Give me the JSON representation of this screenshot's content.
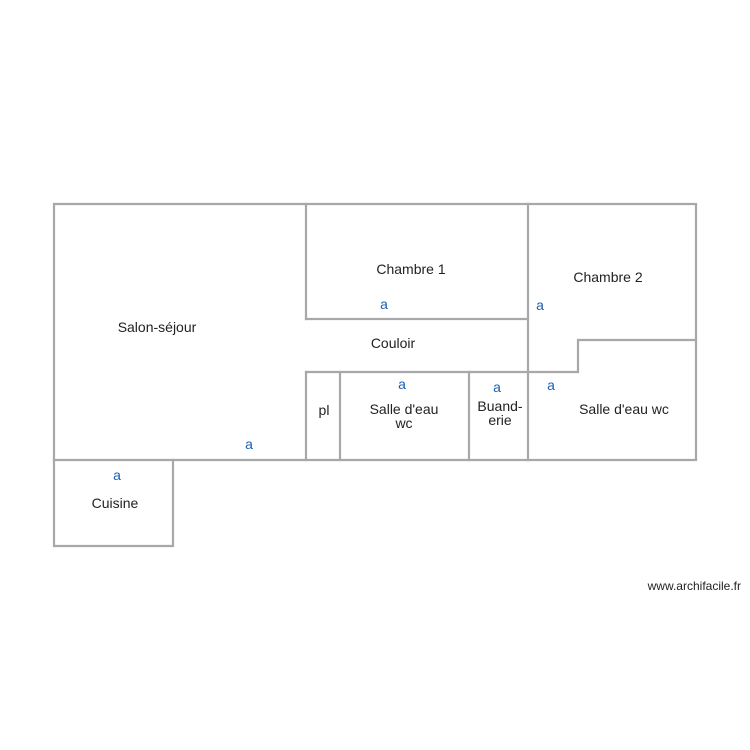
{
  "plan": {
    "rooms": {
      "salon": "Salon-séjour",
      "chambre1": "Chambre 1",
      "chambre2": "Chambre 2",
      "couloir": "Couloir",
      "pl": "pl",
      "salle_eau_wc_1_line1": "Salle d'eau",
      "salle_eau_wc_1_line2": "wc",
      "buanderie_line1": "Buand-",
      "buanderie_line2": "erie",
      "salle_eau_wc_2": "Salle d'eau wc",
      "cuisine": "Cuisine"
    },
    "opening_marker": "a",
    "wall_color": "#a8a8a8",
    "marker_color": "#1a5fb4"
  },
  "credit": "www.archifacile.fr"
}
